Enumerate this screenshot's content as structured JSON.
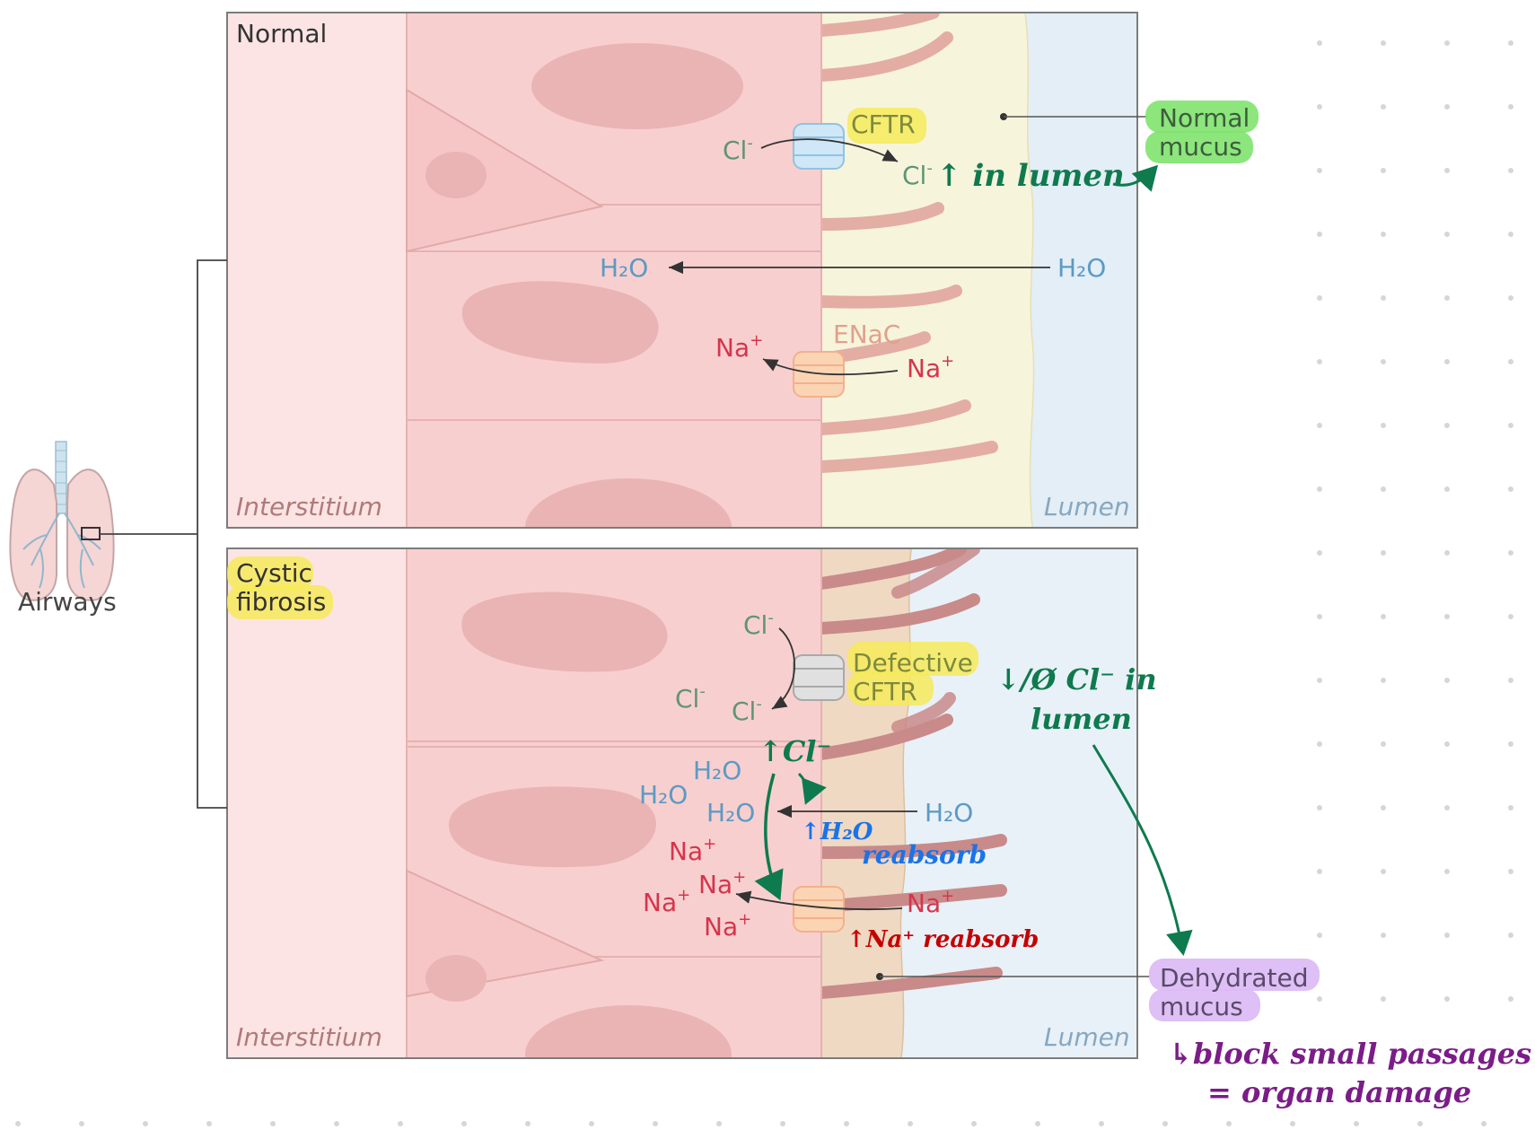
{
  "organ": {
    "label": "Airways"
  },
  "normal_panel": {
    "title": "Normal",
    "interstitium": "Interstitium",
    "lumen": "Lumen",
    "cftr": "CFTR",
    "cl_inside": "Cl",
    "cl_inside_sup": "-",
    "cl_lumen": "Cl",
    "cl_lumen_sup": "-",
    "water_left": "H₂O",
    "water_right": "H₂O",
    "enac": "ENaC",
    "na_inside": "Na",
    "na_inside_sup": "+",
    "na_lumen": "Na",
    "na_lumen_sup": "+",
    "mucus_line1": "Normal",
    "mucus_line2": "mucus",
    "note_cl": "↑ in lumen"
  },
  "cf_panel": {
    "title_line1": "Cystic",
    "title_line2": "fibrosis",
    "interstitium": "Interstitium",
    "lumen": "Lumen",
    "defect_line1": "Defective",
    "defect_line2": "CFTR",
    "cl_top": "Cl",
    "cl_mid": "Cl",
    "cl_bottom": "Cl",
    "cl_sup": "-",
    "water_1": "H₂O",
    "water_2": "H₂O",
    "water_3": "H₂O",
    "water_lumen": "H₂O",
    "na_1": "Na",
    "na_2": "Na",
    "na_3": "Na",
    "na_4": "Na",
    "na_lumen": "Na",
    "na_sup": "+",
    "mucus_line1": "Dehydrated",
    "mucus_line2": "mucus",
    "note_cl_in": "↑Cl⁻",
    "note_h2o_1": "↑H₂O",
    "note_h2o_2": "reabsorb",
    "note_na": "↑Na⁺ reabsorb",
    "note_lumen_1": "↓/Ø Cl⁻ in",
    "note_lumen_2": "lumen",
    "note_block_1": "↳block small passages",
    "note_block_2": "= organ damage"
  },
  "colors": {
    "interstitium_bg": "#fce4e4",
    "cell_fill": "#f8cfcf",
    "nucleus": "#eab4b4",
    "normal_mucus": "#f7f4dc",
    "lumen": "#e3eef6",
    "dehydrated_mucus": "#efd9c3",
    "chloride_text": "#5f9574",
    "water_text": "#5b9ac4",
    "sodium_text": "#d5354c",
    "handwriting_green": "#0f7a4e",
    "handwriting_blue": "#1a73e8",
    "handwriting_red": "#c50000",
    "handwriting_purple": "#7b1c88",
    "highlight_yellow": "#f6ea5a",
    "highlight_green": "#7fe36e",
    "highlight_purple": "#dcbcf5"
  }
}
